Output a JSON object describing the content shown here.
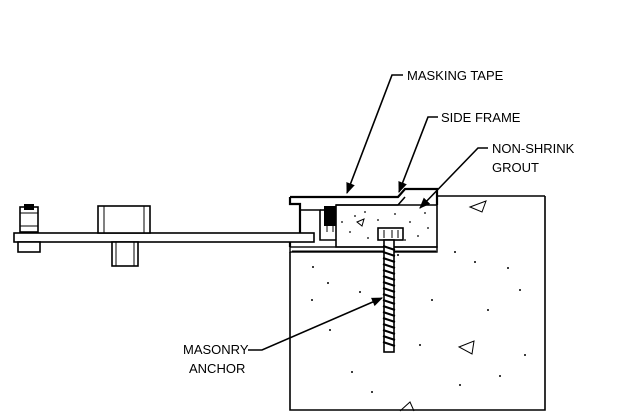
{
  "labels": {
    "masking_tape": "MASKING TAPE",
    "side_frame": "SIDE FRAME",
    "grout_line1": "NON-SHRINK",
    "grout_line2": "GROUT",
    "anchor_line1": "MASONRY",
    "anchor_line2": "ANCHOR"
  }
}
